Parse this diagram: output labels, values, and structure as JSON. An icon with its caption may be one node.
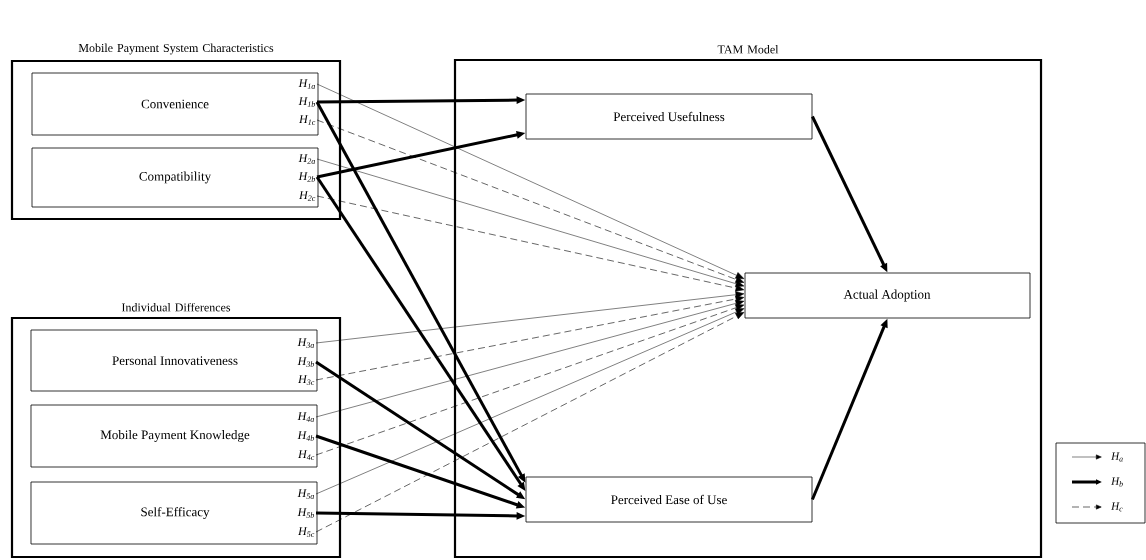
{
  "diagram": {
    "nodes": [
      {
        "text": [
          "Mobile Payment System Characteristics"
        ]
      },
      {
        "text": [
          "Convenience"
        ],
        "in": 0
      },
      {
        "text": [
          "H$_{1a}$"
        ],
        "in": 1
      },
      {
        "text": [
          "H$_{1b}$"
        ],
        "in": 1
      },
      {
        "text": [
          "H$_{1c}$"
        ],
        "in": 1
      },
      {
        "text": [
          "Compatibility"
        ],
        "in": 0
      },
      {
        "text": [
          "H$_{2a}$"
        ],
        "in": 5
      },
      {
        "text": [
          "H$_{2b}$"
        ],
        "in": 5
      },
      {
        "text": [
          "H$_{2c}$"
        ],
        "in": 5
      },
      {
        "text": [
          "Individual Differences"
        ]
      },
      {
        "text": [
          "Personal Innovativeness"
        ],
        "in": 9
      },
      {
        "text": [
          "H$_{3a}$"
        ],
        "in": 10
      },
      {
        "text": [
          "H$_{3b}$"
        ],
        "in": 10
      },
      {
        "text": [
          "H$_{3c}$"
        ],
        "in": 10
      },
      {
        "text": [
          "Mobile Payment Knowledge"
        ],
        "in": 9
      },
      {
        "text": [
          "H$_{4a}$"
        ],
        "in": 14
      },
      {
        "text": [
          "H$_{4b}$"
        ],
        "in": 14
      },
      {
        "text": [
          "H$_{4c}$"
        ],
        "in": 14
      },
      {
        "text": [
          "Self-Efficacy"
        ],
        "in": 9
      },
      {
        "text": [
          "H$_{5a}$"
        ],
        "in": 18
      },
      {
        "text": [
          "H$_{5b}$"
        ],
        "in": 18
      },
      {
        "text": [
          "H$_{5c}$"
        ],
        "in": 18
      },
      {
        "text": [
          "TAM Model"
        ]
      },
      {
        "text": [
          "Perceived Usefulness"
        ],
        "in": 22
      },
      {
        "text": [
          "Actual Adoption"
        ],
        "in": 22
      },
      {
        "text": [
          "Perceived Ease of Use"
        ],
        "in": 22
      }
    ],
    "edges": [
      {
        "from": 2,
        "to": 24,
        "arrow": "to"
      },
      {
        "from": 3,
        "to": 23,
        "arrow": "to",
        "style": "thick"
      },
      {
        "from": 3,
        "to": 25,
        "arrow": "to",
        "style": "thick"
      },
      {
        "from": 4,
        "to": 24,
        "arrow": "to",
        "style": "dashed"
      },
      {
        "from": 6,
        "to": 24,
        "arrow": "to"
      },
      {
        "from": 7,
        "to": 23,
        "arrow": "to",
        "style": "thick"
      },
      {
        "from": 7,
        "to": 25,
        "arrow": "to",
        "style": "thick"
      },
      {
        "from": 8,
        "to": 24,
        "arrow": "to",
        "style": "dashed"
      },
      {
        "from": 11,
        "to": 24,
        "arrow": "to"
      },
      {
        "from": 12,
        "to": 25,
        "arrow": "to",
        "style": "thick"
      },
      {
        "from": 13,
        "to": 24,
        "arrow": "to",
        "style": "dashed"
      },
      {
        "from": 15,
        "to": 24,
        "arrow": "to"
      },
      {
        "from": 16,
        "to": 25,
        "arrow": "to",
        "style": "thick"
      },
      {
        "from": 17,
        "to": 24,
        "arrow": "to",
        "style": "dashed"
      },
      {
        "from": 19,
        "to": 24,
        "arrow": "to"
      },
      {
        "from": 20,
        "to": 25,
        "arrow": "to",
        "style": "thick"
      },
      {
        "from": 21,
        "to": 24,
        "arrow": "to",
        "style": "dashed"
      },
      {
        "from": 23,
        "to": 24,
        "arrow": "to",
        "style": "thick"
      },
      {
        "from": 25,
        "to": 24,
        "arrow": "to",
        "style": "thick"
      }
    ],
    "legend": [
      {
        "text": "H$_{a}$"
      },
      {
        "text": "H$_{b}$"
      },
      {
        "text": "H$_{c}$"
      }
    ]
  }
}
